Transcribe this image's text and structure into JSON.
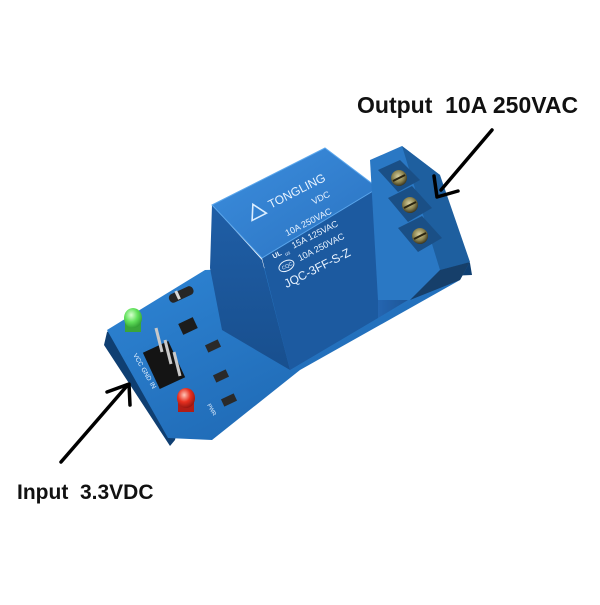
{
  "labels": {
    "output": "Output  10A 250VAC",
    "input": "Input  3.3VDC"
  },
  "relay_marking": {
    "brand": "TONGLING",
    "vdc": "VDC",
    "rating_1": "10A 250VAC",
    "rating_2": "15A 125VAC",
    "rating_3": "10A 250VAC",
    "model": "JQC-3FF-S-Z",
    "ul_mark": "UL",
    "us_mark": "us",
    "cqc_mark": "CQC"
  },
  "pcb_marking": {
    "vcc": "VCC",
    "gnd": "GND",
    "in": "IN",
    "pwr": "PWR"
  },
  "colors": {
    "relay_blue": "#2f77c6",
    "pcb_blue": "#1f6fc0",
    "terminal_blue": "#2a78c4",
    "led_green": "#57e05a",
    "led_red": "#e0231f",
    "arrow": "#000000"
  }
}
